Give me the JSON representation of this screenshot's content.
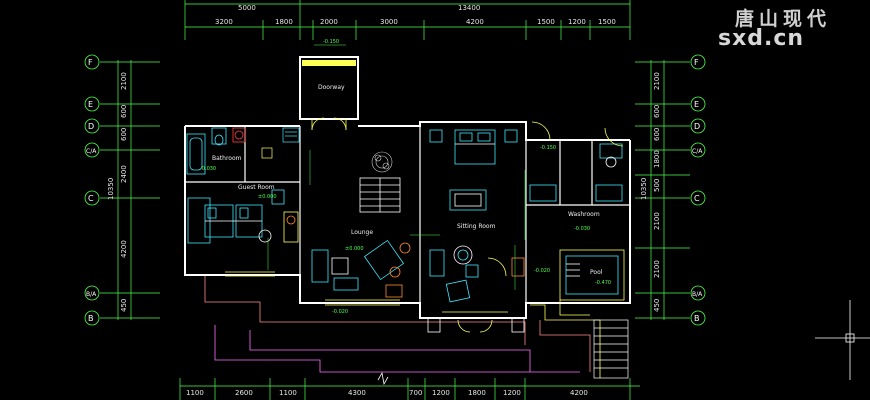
{
  "colors": {
    "background": "#000000",
    "wall": "#ffffff",
    "dimension": "#4cff4c",
    "furniture": "#3ee6ff",
    "door": "#ffff55",
    "site": "#ff6fff",
    "terrace": "#ff8a8a",
    "text": "#e6e6e6"
  },
  "watermark": {
    "chinese": "唐山现代",
    "brand": "sxd.cn"
  },
  "top_dims": {
    "overall": [
      "5000",
      "13400"
    ],
    "segments": [
      "3200",
      "1800",
      "2000",
      "3000",
      "4200",
      "1500",
      "1200",
      "1500"
    ]
  },
  "bottom_dims": [
    "1100",
    "2600",
    "1100",
    "4300",
    "700",
    "1200",
    "1800",
    "1200",
    "4200"
  ],
  "axes": {
    "left": [
      "F",
      "E",
      "D",
      "C/A",
      "C",
      "B/A",
      "B"
    ],
    "right": [
      "F",
      "E",
      "D",
      "C/A",
      "C",
      "B/A",
      "B"
    ]
  },
  "left_dims": [
    "2100",
    "600",
    "600",
    "2400",
    "10350",
    "4200",
    "450"
  ],
  "right_dims": [
    "2100",
    "600",
    "600",
    "1800",
    "500",
    "10350",
    "2100",
    "2100",
    "450"
  ],
  "rooms": {
    "doorway": "Doorway",
    "bathroom": "Bathroom",
    "guest_room": "Guest Room",
    "lounge": "Lounge",
    "sitting_room": "Sitting Room",
    "washroom": "Washroom",
    "pool": "Pool"
  },
  "elevations": {
    "doorway": "-0.150",
    "bath": "-0.030",
    "guest": "±0.000",
    "lounge": "±0.000",
    "bottom": "-0.020",
    "wash1": "-0.150",
    "wash2": "-0.030",
    "pool1": "-0.020",
    "pool2": "-0.470"
  }
}
